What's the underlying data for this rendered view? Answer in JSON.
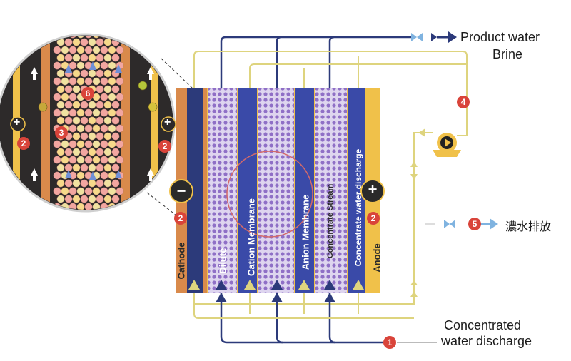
{
  "labels": {
    "product_water": "Product water",
    "brine": "Brine",
    "concentrated_line1": "Concentrated",
    "concentrated_line2": "water discharge",
    "discharge_cn": "濃水排放"
  },
  "compartments": {
    "cathode": "Cathode",
    "dilute": "Dilute",
    "cation_membrane": "Cation Membrane",
    "anion_membrane": "Anion Membrane",
    "concentrate_stream": "Concentrate Stream",
    "concentrate_discharge": "Concentrate water discharge",
    "anode": "Anode"
  },
  "badges": {
    "b1": "1",
    "b2": "2",
    "b3": "3",
    "b4": "4",
    "b5": "5",
    "b6": "6"
  },
  "electrodes": {
    "negative": "−",
    "positive": "+"
  },
  "colors": {
    "navy": "#2c3a7a",
    "blue_channel": "#3a4aa8",
    "yellow_line": "#ded47e",
    "orange_electrode": "#d98a4b",
    "gold_strip": "#f0c14a",
    "badge_red": "#d9443a",
    "arrow_light_blue": "#7fb3e0"
  }
}
